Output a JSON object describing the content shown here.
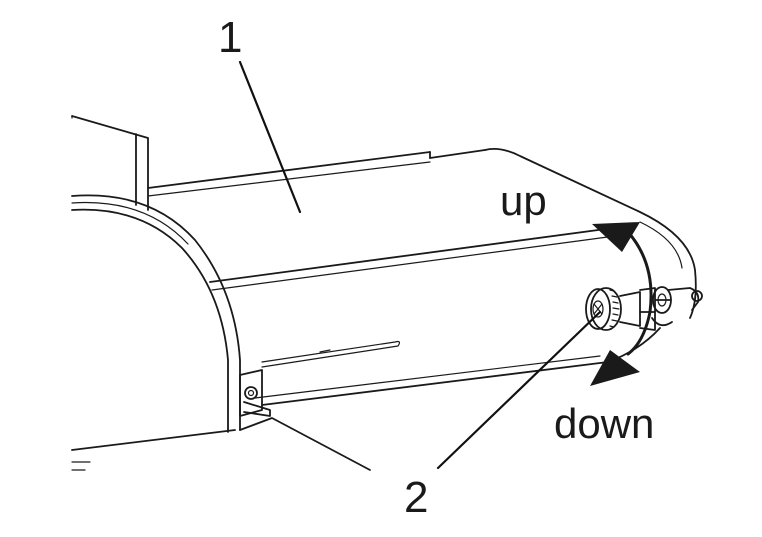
{
  "callouts": {
    "part_1": "1",
    "part_2": "2"
  },
  "directions": {
    "up": "up",
    "down": "down"
  },
  "colors": {
    "line": "#1a1a1a",
    "background": "#ffffff"
  }
}
